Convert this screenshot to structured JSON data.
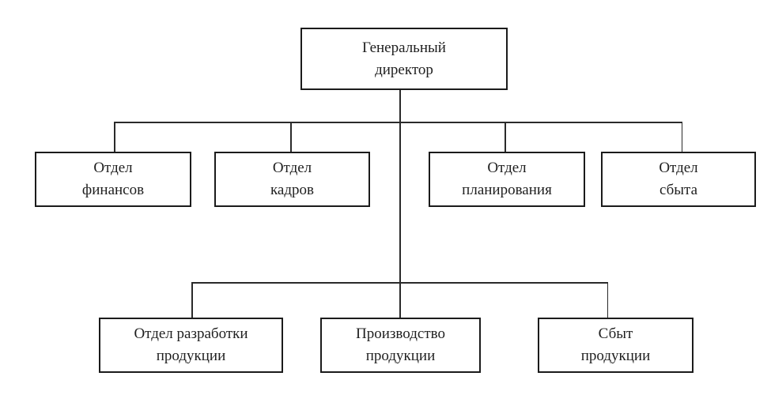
{
  "org_chart": {
    "type": "org-chart",
    "root": {
      "label": "Генеральный\nдиректор"
    },
    "level2": [
      {
        "label": "Отдел\nфинансов"
      },
      {
        "label": "Отдел\nкадров"
      },
      {
        "label": "Отдел\nпланирования"
      },
      {
        "label": "Отдел\nсбыта"
      }
    ],
    "level3": [
      {
        "label": "Отдел разработки\nпродукции"
      },
      {
        "label": "Производство\nпродукции"
      },
      {
        "label": "Сбыт\nпродукции"
      }
    ],
    "colors": {
      "background": "#ffffff",
      "box_fill": "#ffffff",
      "box_border": "#1b1b1b",
      "connector": "#2a2a2a",
      "text": "#1f1f1f"
    }
  }
}
